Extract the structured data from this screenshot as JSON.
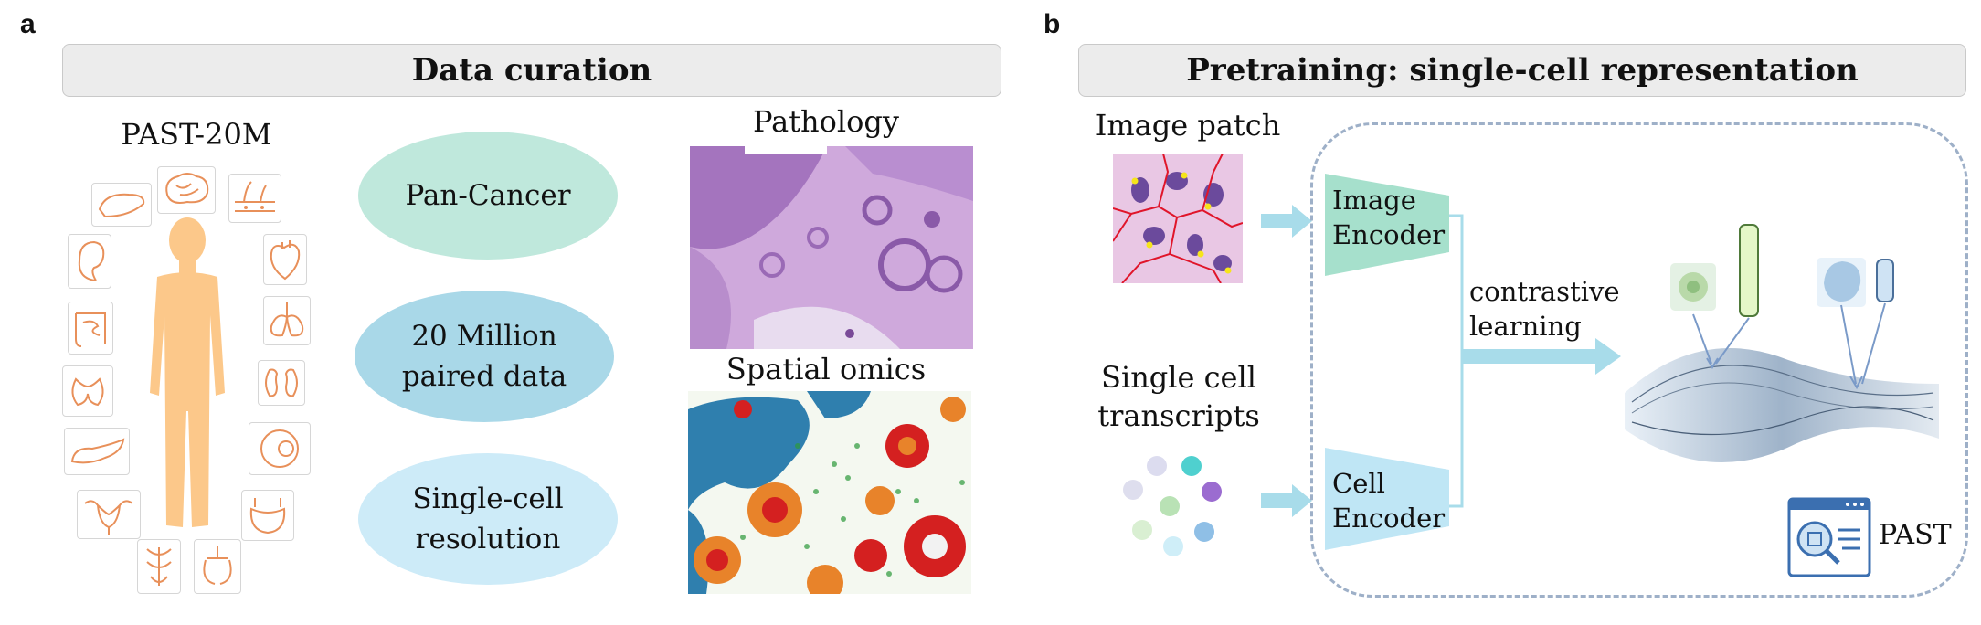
{
  "panel_a": {
    "letter": "a",
    "banner": "Data curation",
    "dataset_label": "PAST-20M",
    "ellipses": [
      {
        "line1": "Pan-Cancer",
        "line2": "",
        "color": "#bfe8dc"
      },
      {
        "line1": "20 Million",
        "line2": "paired data",
        "color": "#a9d8e8"
      },
      {
        "line1": "Single-cell",
        "line2": "resolution",
        "color": "#cdebf8"
      }
    ],
    "pathology_label": "Pathology",
    "spatial_label": "Spatial omics",
    "organ_icons": [
      "liver-icon",
      "brain-icon",
      "skin-icon",
      "ear-icon",
      "heart-icon",
      "intestine-icon",
      "lung-icon",
      "thyroid-icon",
      "kidney-icon",
      "pancreas-icon",
      "eye-icon",
      "uterus-icon",
      "bladder-icon",
      "spine-icon",
      "prostate-icon"
    ]
  },
  "panel_b": {
    "letter": "b",
    "banner": "Pretraining: single-cell representation",
    "image_patch_label": "Image patch",
    "single_cell_label_1": "Single cell",
    "single_cell_label_2": "transcripts",
    "image_encoder_1": "Image",
    "image_encoder_2": "Encoder",
    "cell_encoder_1": "Cell",
    "cell_encoder_2": "Encoder",
    "contrastive_1": "contrastive",
    "contrastive_2": "learning",
    "model_label": "PAST"
  },
  "colors": {
    "organ_line": "#e8905a",
    "body": "#fcc88a",
    "arrow": "#a8dcea",
    "image_encoder": "#a6e0cc",
    "cell_encoder": "#bfe6f5",
    "dashed_border": "#9eb0c8"
  }
}
